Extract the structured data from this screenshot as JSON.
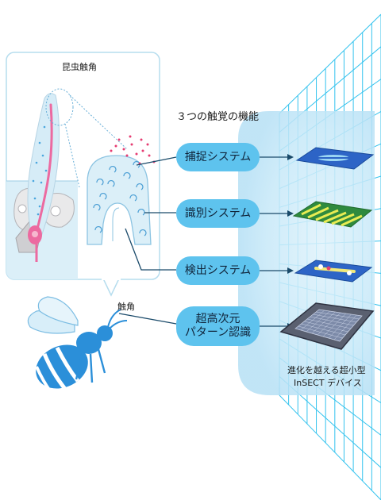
{
  "panel": {
    "title": "昆虫触角"
  },
  "functions": {
    "heading": "３つの触覚の機能",
    "items": [
      {
        "label": "捕捉システム"
      },
      {
        "label": "識別システム"
      },
      {
        "label": "検出システム"
      }
    ],
    "pattern": {
      "line1": "超高次元",
      "line2": "パターン認識"
    }
  },
  "bee": {
    "antenna_label": "触角"
  },
  "device": {
    "line1": "進化を越える超小型",
    "line2": "InSECT デバイス"
  },
  "colors": {
    "pill": "#5ec3ee",
    "accent_blue": "#1e8fd6",
    "grid_line": "#34c3ee",
    "bee_body": "#2b8fd9",
    "antenna_pink": "#ec6aa0"
  }
}
